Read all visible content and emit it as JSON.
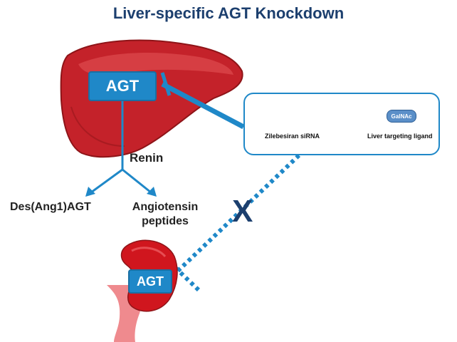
{
  "title": "Liver-specific AGT Knockdown",
  "liver": {
    "agt_label": "AGT"
  },
  "kidney": {
    "agt_label": "AGT"
  },
  "pathway": {
    "enzyme_label": "Renin",
    "product_left": "Des(Ang1)AGT",
    "product_right_line1": "Angiotensin",
    "product_right_line2": "peptides"
  },
  "sirna": {
    "drug_label": "Zilebesiran siRNA",
    "ligand_label": "Liver targeting ligand",
    "galnac_label": "GalNAc"
  },
  "block_mark": "X",
  "colors": {
    "title": "#1c3f6e",
    "liver": "#c4222a",
    "kidney": "#d0161e",
    "agt_box": "#1f88c8",
    "arrow": "#1f88c8",
    "sense_strand": "#7a9fc4",
    "antisense_strand": "#e05560"
  },
  "icons": [
    "liver-icon",
    "kidney-icon",
    "sirna-duplex-icon"
  ]
}
